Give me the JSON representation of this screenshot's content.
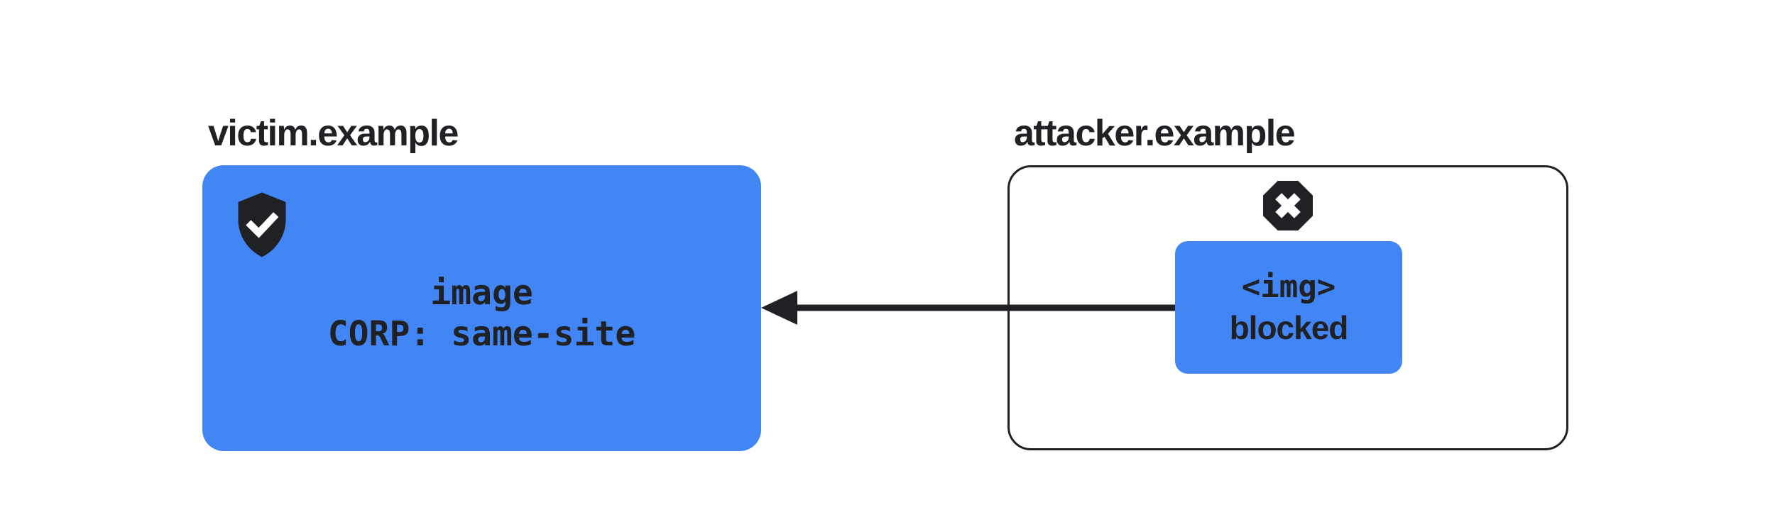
{
  "diagram": {
    "colors": {
      "primary_blue": "#4285F4",
      "dark": "#202124",
      "background": "#ffffff"
    },
    "victim": {
      "domain_label": "victim.example",
      "resource_box": {
        "line1": "image",
        "line2": "CORP: same-site"
      },
      "icon": "shield-check-icon"
    },
    "attacker": {
      "domain_label": "attacker.example",
      "request_box": {
        "line1": "<img>",
        "line2": "blocked"
      },
      "icon": "blocked-octagon-x-icon"
    },
    "arrow": {
      "from": "attacker.example",
      "to": "victim.example",
      "direction": "left"
    }
  }
}
